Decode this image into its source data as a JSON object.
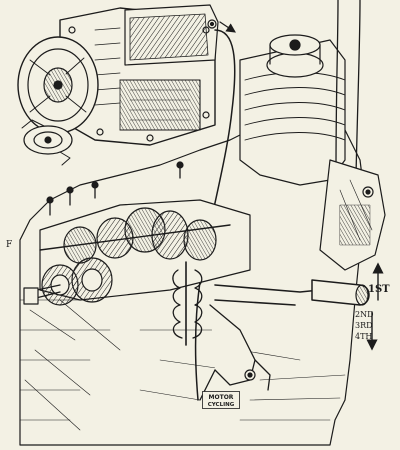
{
  "colors": {
    "paper": "#f3f1e4",
    "ink": "#1c1c1c",
    "shade": "#5a5a5a"
  },
  "subject": "motorcycle-gearbox-cutaway-line-drawing",
  "labels": {
    "gear_first": "1ST",
    "gear_second": "2ND",
    "gear_third": "3RD",
    "gear_fourth": "4TH",
    "f_mark": "F"
  },
  "stamp": {
    "line1": "MOTOR",
    "line2": "CYCLING"
  }
}
